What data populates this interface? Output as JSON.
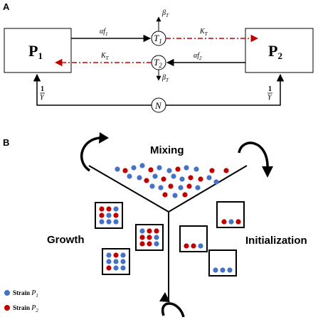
{
  "panel_a": {
    "label": "A",
    "p1": {
      "main": "P",
      "sub": "1"
    },
    "p2": {
      "main": "P",
      "sub": "2"
    },
    "t1": {
      "main": "T",
      "sub": "1"
    },
    "t2": {
      "main": "T",
      "sub": "2"
    },
    "n": "N",
    "alpha_f1": {
      "main": "αf",
      "sub": "1"
    },
    "alpha_f2": {
      "main": "αf",
      "sub": "2"
    },
    "beta_t_top": {
      "main": "β",
      "sub": "T"
    },
    "beta_t_bottom": {
      "main": "β",
      "sub": "T"
    },
    "kappa_t_top": {
      "main": "K",
      "sub": "T"
    },
    "kappa_t_bottom": {
      "main": "K",
      "sub": "T"
    },
    "inv_y_left": {
      "num": "1",
      "den": "Y"
    },
    "inv_y_right": {
      "num": "1",
      "den": "Y"
    },
    "colors": {
      "kappa_arrow": "#c00000",
      "line": "#000000"
    }
  },
  "panel_b": {
    "label": "B",
    "mixing": "Mixing",
    "growth": "Growth",
    "initialization": "Initialization",
    "legend": [
      {
        "text": "Strain ",
        "main": "P",
        "sub": "1",
        "color": "#4472c4"
      },
      {
        "text": "Strain ",
        "main": "P",
        "sub": "2",
        "color": "#c00000"
      }
    ]
  }
}
